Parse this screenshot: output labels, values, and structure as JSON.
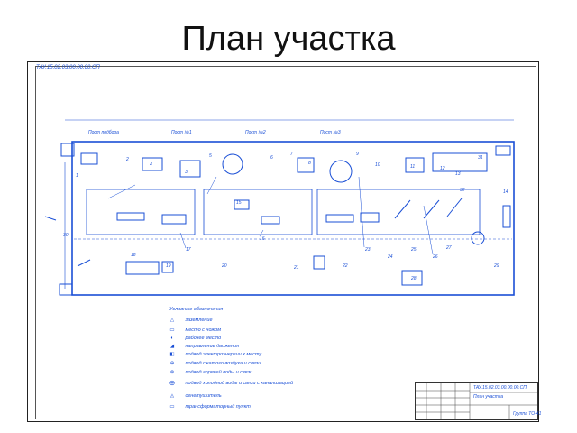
{
  "title": "План участка",
  "drawing": {
    "corner_code": "ТАУ.15.02.03.00.00.00.СП",
    "zones": [
      {
        "label": "Пост подбора"
      },
      {
        "label": "Пост №1"
      },
      {
        "label": "Пост №2"
      },
      {
        "label": "Пост №3"
      }
    ],
    "numbers": [
      "1",
      "2",
      "3",
      "4",
      "5",
      "6",
      "7",
      "8",
      "9",
      "10",
      "11",
      "12",
      "13",
      "14",
      "15",
      "16",
      "17",
      "18",
      "19",
      "20",
      "21",
      "22",
      "23",
      "24",
      "25",
      "26",
      "27",
      "28",
      "29",
      "30",
      "31",
      "32"
    ]
  },
  "legend": {
    "title": "Условные обозначения",
    "items": [
      {
        "symbol": "△",
        "label": "заземление"
      },
      {
        "symbol": "▭",
        "label": "место с ножом"
      },
      {
        "symbol": "◐",
        "label": "рабочее место"
      },
      {
        "symbol": "◢",
        "label": "направление движения"
      },
      {
        "symbol": "◧",
        "label": "подвод электроэнергии к месту"
      },
      {
        "symbol": "⊕",
        "label": "подвод сжатого воздуха и связи"
      },
      {
        "symbol": "⊗",
        "label": "подвод горячей воды и связи"
      },
      {
        "symbol": "⨁",
        "label": "подвод холодной воды и связи с канализацией"
      },
      {
        "symbol": "◬",
        "label": "огнетушитель"
      },
      {
        "symbol": "▭",
        "label": "трансформаторный пункт"
      }
    ]
  },
  "stamp": {
    "code": "ТАУ.15.02.03.00.00.00.СП",
    "name": "План участка",
    "org": "Группа ТО-41"
  },
  "colors": {
    "line": "#1a4fd6",
    "frame": "#222222"
  }
}
